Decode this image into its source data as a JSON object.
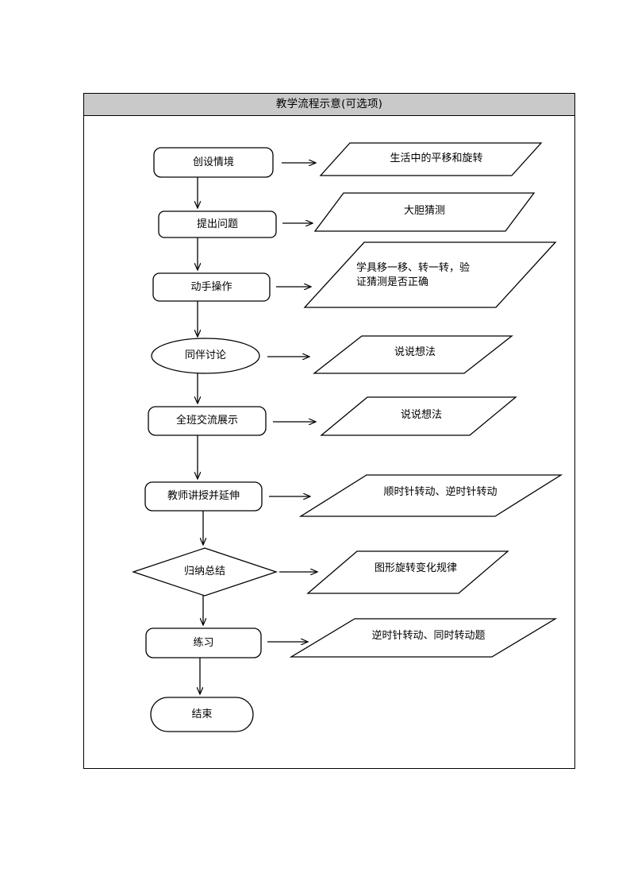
{
  "frame": {
    "title": "教学流程示意(可选项)",
    "title_bg_color": "#c9c9c9",
    "border_color": "#000000",
    "background_color": "#ffffff"
  },
  "chart_data": {
    "type": "diagram",
    "subtype": "flowchart",
    "title": "教学流程示意(可选项)",
    "orientation": "top-to-bottom, with side annotations to the right",
    "nodes": [
      {
        "id": "n1",
        "shape": "rounded-rectangle",
        "label": "创设情境"
      },
      {
        "id": "a1",
        "shape": "parallelogram",
        "label": "生活中的平移和旋转"
      },
      {
        "id": "n2",
        "shape": "rounded-rectangle",
        "label": "提出问题"
      },
      {
        "id": "a2",
        "shape": "parallelogram",
        "label": "大胆猜测"
      },
      {
        "id": "n3",
        "shape": "rounded-rectangle",
        "label": "动手操作"
      },
      {
        "id": "a3",
        "shape": "parallelogram",
        "label": "学具移一移、转一转，验证猜测是否正确"
      },
      {
        "id": "n4",
        "shape": "ellipse",
        "label": "同伴讨论"
      },
      {
        "id": "a4",
        "shape": "parallelogram",
        "label": "说说想法"
      },
      {
        "id": "n5",
        "shape": "rounded-rectangle",
        "label": "全班交流展示"
      },
      {
        "id": "a5",
        "shape": "parallelogram",
        "label": "说说想法"
      },
      {
        "id": "n6",
        "shape": "rounded-rectangle",
        "label": "教师讲授并延伸"
      },
      {
        "id": "a6",
        "shape": "parallelogram",
        "label": "顺时针转动、逆时针转动"
      },
      {
        "id": "n7",
        "shape": "diamond",
        "label": "归纳总结"
      },
      {
        "id": "a7",
        "shape": "parallelogram",
        "label": "图形旋转变化规律"
      },
      {
        "id": "n8",
        "shape": "rounded-rectangle",
        "label": "练习"
      },
      {
        "id": "a8",
        "shape": "parallelogram",
        "label": "逆时针转动、同时转动题"
      },
      {
        "id": "n9",
        "shape": "stadium",
        "label": "结束"
      }
    ],
    "edges": [
      {
        "from": "n1",
        "to": "n2",
        "direction": "down"
      },
      {
        "from": "n2",
        "to": "n3",
        "direction": "down"
      },
      {
        "from": "n3",
        "to": "n4",
        "direction": "down"
      },
      {
        "from": "n4",
        "to": "n5",
        "direction": "down"
      },
      {
        "from": "n5",
        "to": "n6",
        "direction": "down"
      },
      {
        "from": "n6",
        "to": "n7",
        "direction": "down"
      },
      {
        "from": "n7",
        "to": "n8",
        "direction": "down"
      },
      {
        "from": "n8",
        "to": "n9",
        "direction": "down"
      },
      {
        "from": "n1",
        "to": "a1",
        "direction": "right"
      },
      {
        "from": "n2",
        "to": "a2",
        "direction": "right"
      },
      {
        "from": "n3",
        "to": "a3",
        "direction": "right"
      },
      {
        "from": "n4",
        "to": "a4",
        "direction": "right"
      },
      {
        "from": "n5",
        "to": "a5",
        "direction": "right"
      },
      {
        "from": "n6",
        "to": "a6",
        "direction": "right"
      },
      {
        "from": "n7",
        "to": "a7",
        "direction": "right"
      },
      {
        "from": "n8",
        "to": "a8",
        "direction": "right"
      }
    ],
    "stroke_color": "#000000",
    "fill_color": "#ffffff"
  },
  "nodes": {
    "n1": {
      "label": "创设情境"
    },
    "n2": {
      "label": "提出问题"
    },
    "n3": {
      "label": "动手操作"
    },
    "n4": {
      "label": "同伴讨论"
    },
    "n5": {
      "label": "全班交流展示"
    },
    "n6": {
      "label": "教师讲授并延伸"
    },
    "n7": {
      "label": "归纳总结"
    },
    "n8": {
      "label": "练习"
    },
    "n9": {
      "label": "结束"
    }
  },
  "annotations": {
    "a1": {
      "label": "生活中的平移和旋转"
    },
    "a2": {
      "label": "大胆猜测"
    },
    "a3": {
      "line1": "学具移一移、转一转，验",
      "line2": "证猜测是否正确"
    },
    "a4": {
      "label": "说说想法"
    },
    "a5": {
      "label": "说说想法"
    },
    "a6": {
      "label": "顺时针转动、逆时针转动"
    },
    "a7": {
      "label": "图形旋转变化规律"
    },
    "a8": {
      "label": "逆时针转动、同时转动题"
    }
  }
}
